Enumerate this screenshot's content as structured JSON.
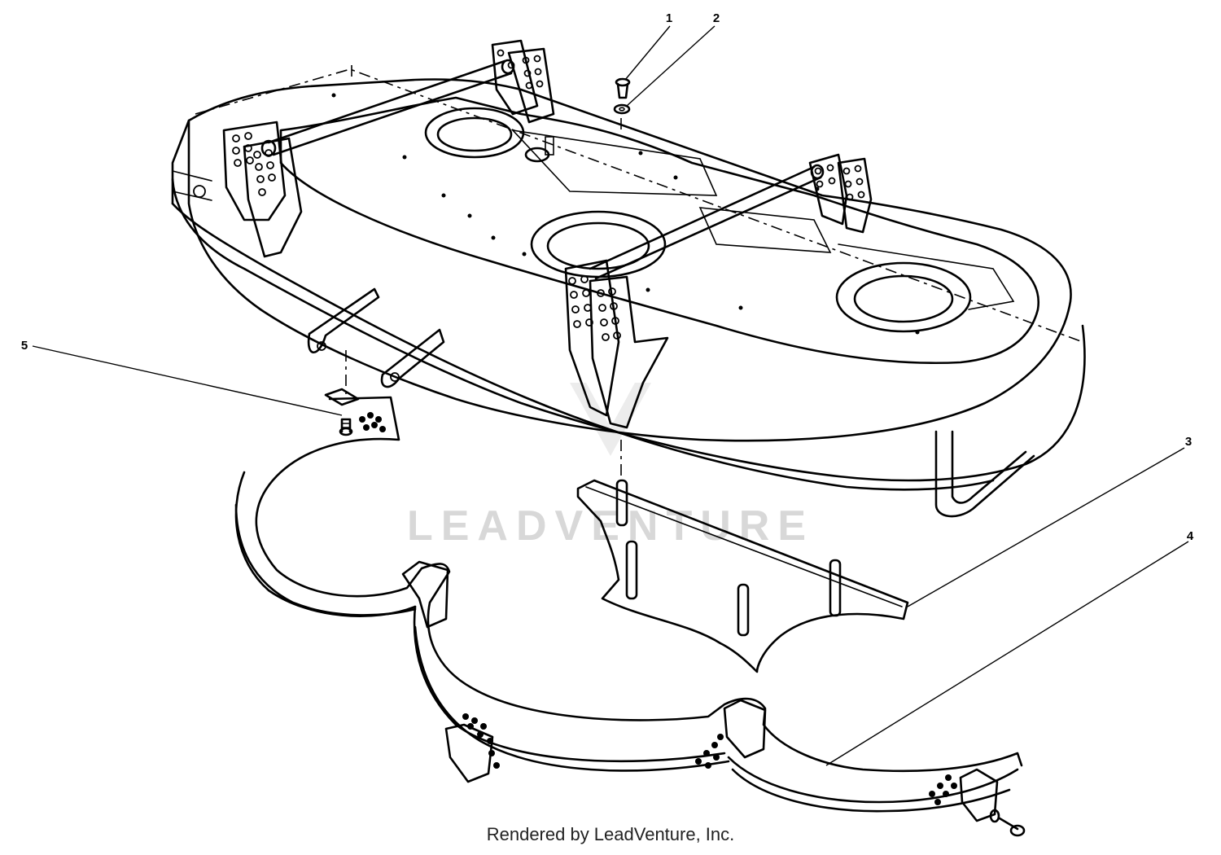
{
  "callouts": [
    {
      "label": "1"
    },
    {
      "label": "2"
    },
    {
      "label": "3"
    },
    {
      "label": "4"
    },
    {
      "label": "5"
    }
  ],
  "watermark": "LEADVENTURE",
  "footer": "Rendered by LeadVenture, Inc."
}
